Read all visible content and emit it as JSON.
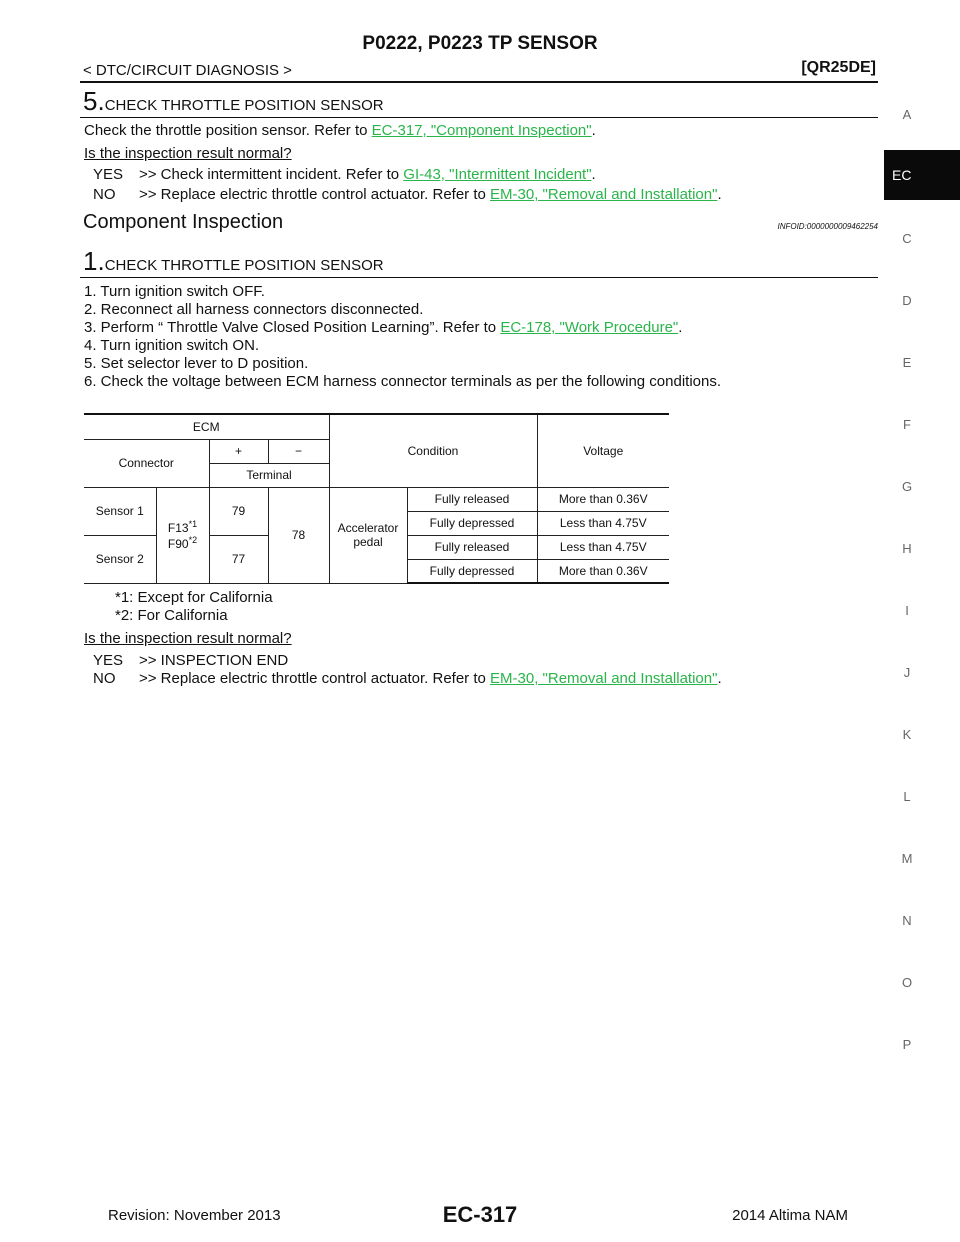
{
  "header": {
    "title": "P0222, P0223 TP SENSOR",
    "subhead": "< DTC/CIRCUIT DIAGNOSIS >",
    "engine": "[QR25DE]"
  },
  "step5": {
    "number": "5.",
    "title": "CHECK THROTTLE POSITION SENSOR",
    "body": "Check the throttle position sensor. Refer to ",
    "link": "EC-317, \"Component Inspection\"",
    "end": ".",
    "question": "Is the inspection result normal?",
    "yes_prefix": "YES",
    "yes_text": ">> Check intermittent incident. Refer to ",
    "yes_link": "GI-43, \"Intermittent Incident\"",
    "no_prefix": "NO",
    "no_text": ">> Replace electric throttle control actuator. Refer to ",
    "no_link": "EM-30, \"Removal and Installation\""
  },
  "section": {
    "title": "Component Inspection",
    "infoid": "INFOID:0000000009462254"
  },
  "step1": {
    "number": "1.",
    "title": "CHECK THROTTLE POSITION SENSOR",
    "items": [
      "1. Turn ignition switch OFF.",
      "2. Reconnect all harness connectors disconnected.",
      "3. Perform “ Throttle Valve Closed Position Learning”. Refer to ",
      "4. Turn ignition switch ON.",
      "5. Set selector lever to D position.",
      "6. Check the voltage between ECM harness connector terminals as per the following conditions."
    ],
    "item3_link": "EC-178, \"Work Procedure\"",
    "notes": [
      "*1: Except for California",
      "*2: For California"
    ],
    "question": "Is the inspection result normal?",
    "yes_prefix": "YES",
    "yes_text": ">> INSPECTION END",
    "no_prefix": "NO",
    "no_text": ">> Replace electric throttle control actuator. Refer to ",
    "no_link": "EM-30, \"Removal and Installation\""
  },
  "table": {
    "ecm": "ECM",
    "connector": "Connector",
    "plus": "+",
    "minus": "−",
    "terminal": "Terminal",
    "condition": "Condition",
    "voltage": "Voltage",
    "sensor1": "Sensor 1",
    "sensor2": "Sensor 2",
    "conn_a": "F13",
    "sup1": "*1",
    "conn_b": "F90",
    "sup2": "*2",
    "t79": "79",
    "t77": "77",
    "t78": "78",
    "accel_1": "Accelerator",
    "accel_2": "pedal",
    "rows": [
      {
        "cond": "Fully released",
        "volt": "More than 0.36V"
      },
      {
        "cond": "Fully depressed",
        "volt": "Less than 4.75V"
      },
      {
        "cond": "Fully released",
        "volt": "Less than 4.75V"
      },
      {
        "cond": "Fully depressed",
        "volt": "More than 0.36V"
      }
    ]
  },
  "side_tabs": [
    "A",
    "EC",
    "C",
    "D",
    "E",
    "F",
    "G",
    "H",
    "I",
    "J",
    "K",
    "L",
    "M",
    "N",
    "O",
    "P"
  ],
  "footer": {
    "revision": "Revision: November 2013",
    "page": "EC-317",
    "model": "2014 Altima NAM"
  }
}
